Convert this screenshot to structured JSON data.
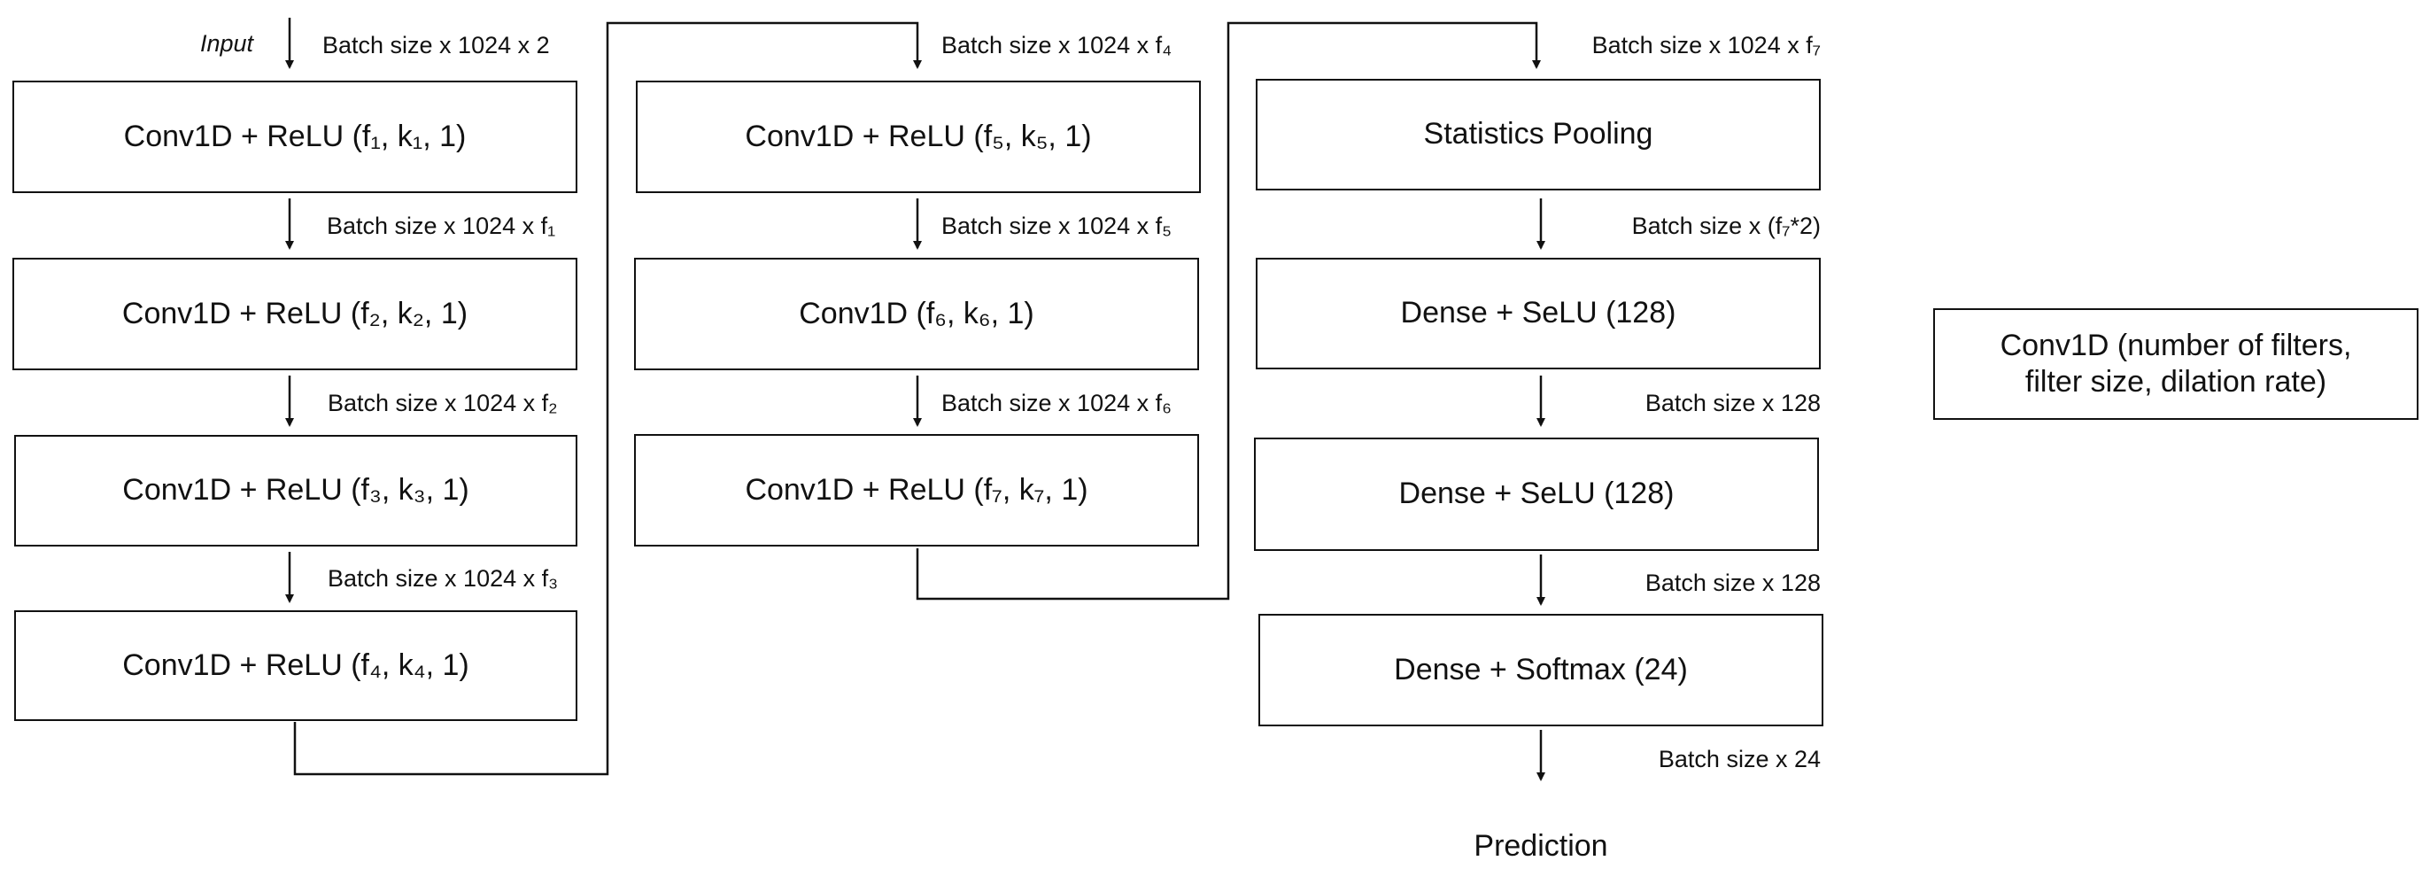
{
  "input_label": "Input",
  "output_label": "Prediction",
  "columns": [
    {
      "blocks": [
        {
          "label": "Conv1D + ReLU (f₁, k₁, 1)"
        },
        {
          "label": "Conv1D + ReLU (f₂, k₂, 1)"
        },
        {
          "label": "Conv1D + ReLU (f₃, k₃, 1)"
        },
        {
          "label": "Conv1D + ReLU (f₄, k₄, 1)"
        }
      ],
      "dims": [
        "Batch size x 1024 x 2",
        "Batch size x 1024 x f₁",
        "Batch size x 1024 x f₂",
        "Batch size x 1024 x f₃"
      ]
    },
    {
      "blocks": [
        {
          "label": "Conv1D + ReLU (f₅, k₅, 1)"
        },
        {
          "label": "Conv1D (f₆, k₆, 1)"
        },
        {
          "label": "Conv1D + ReLU (f₇, k₇, 1)"
        }
      ],
      "dims": [
        "Batch size x 1024 x f₄",
        "Batch size x 1024 x f₅",
        "Batch size x 1024 x f₆"
      ]
    },
    {
      "blocks": [
        {
          "label": "Statistics Pooling"
        },
        {
          "label": "Dense + SeLU (128)"
        },
        {
          "label": "Dense + SeLU (128)"
        },
        {
          "label": "Dense + Softmax (24)"
        }
      ],
      "dims": [
        "Batch size x 1024 x f₇",
        "Batch size x (f₇*2)",
        "Batch size x 128",
        "Batch size x 128",
        "Batch size x 24"
      ]
    }
  ],
  "legend": {
    "label": "Conv1D (number of filters,\nfilter size, dilation rate)"
  }
}
